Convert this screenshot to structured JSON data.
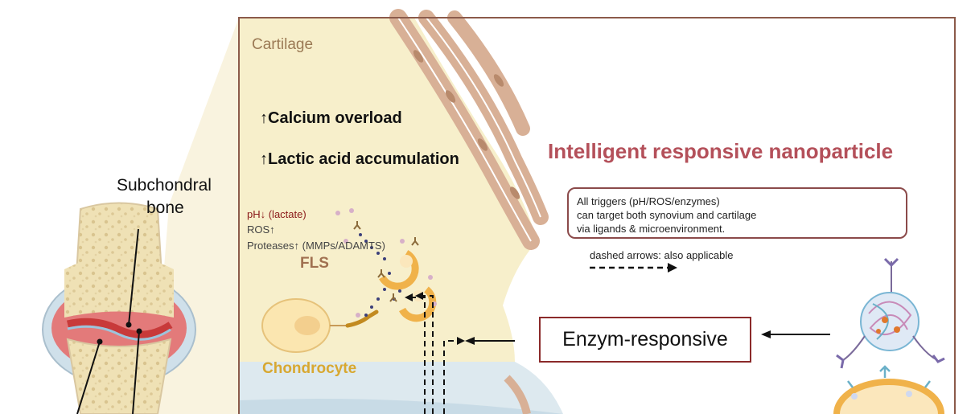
{
  "labels": {
    "cartilage": "Cartilage",
    "subchondral_line1": "Subchondral",
    "subchondral_line2": "bone",
    "fls": "FLS",
    "chondrocyte": "Chondrocyte"
  },
  "findings": [
    {
      "icon": "up-arrow-icon",
      "text": "Calcium overload"
    },
    {
      "icon": "up-arrow-icon",
      "text": "Lactic acid accumulation"
    }
  ],
  "triggers": {
    "ph": "pH↓ (lactate)",
    "ros": "ROS↑",
    "proteases": "Proteases↑ (MMPs/ADAMTS)"
  },
  "panel": {
    "title": "Intelligent responsive nanoparticle",
    "note_lines": [
      "All triggers (pH/ROS/enzymes)",
      "can target both synovium and cartilage",
      "via ligands & microenvironment."
    ],
    "legend": "dashed arrows: also applicable",
    "enzyme_box": "Enzym-responsive"
  },
  "colors": {
    "cartilage_fill": "#f7efcb",
    "frame": "#8b5a4a",
    "title": "#b4505a",
    "ph_text": "#8b1a1a",
    "label_brown": "#9b7a55",
    "chondrocyte_label": "#d8a830",
    "fls_brown": "#a07050",
    "liposome_orange": "#f0b24a",
    "joint_red": "#d84a4a",
    "synovium_blue": "#dde9ef",
    "muscle_tan": "#d8b096",
    "enzyme_box_border": "#8b2a2a"
  }
}
